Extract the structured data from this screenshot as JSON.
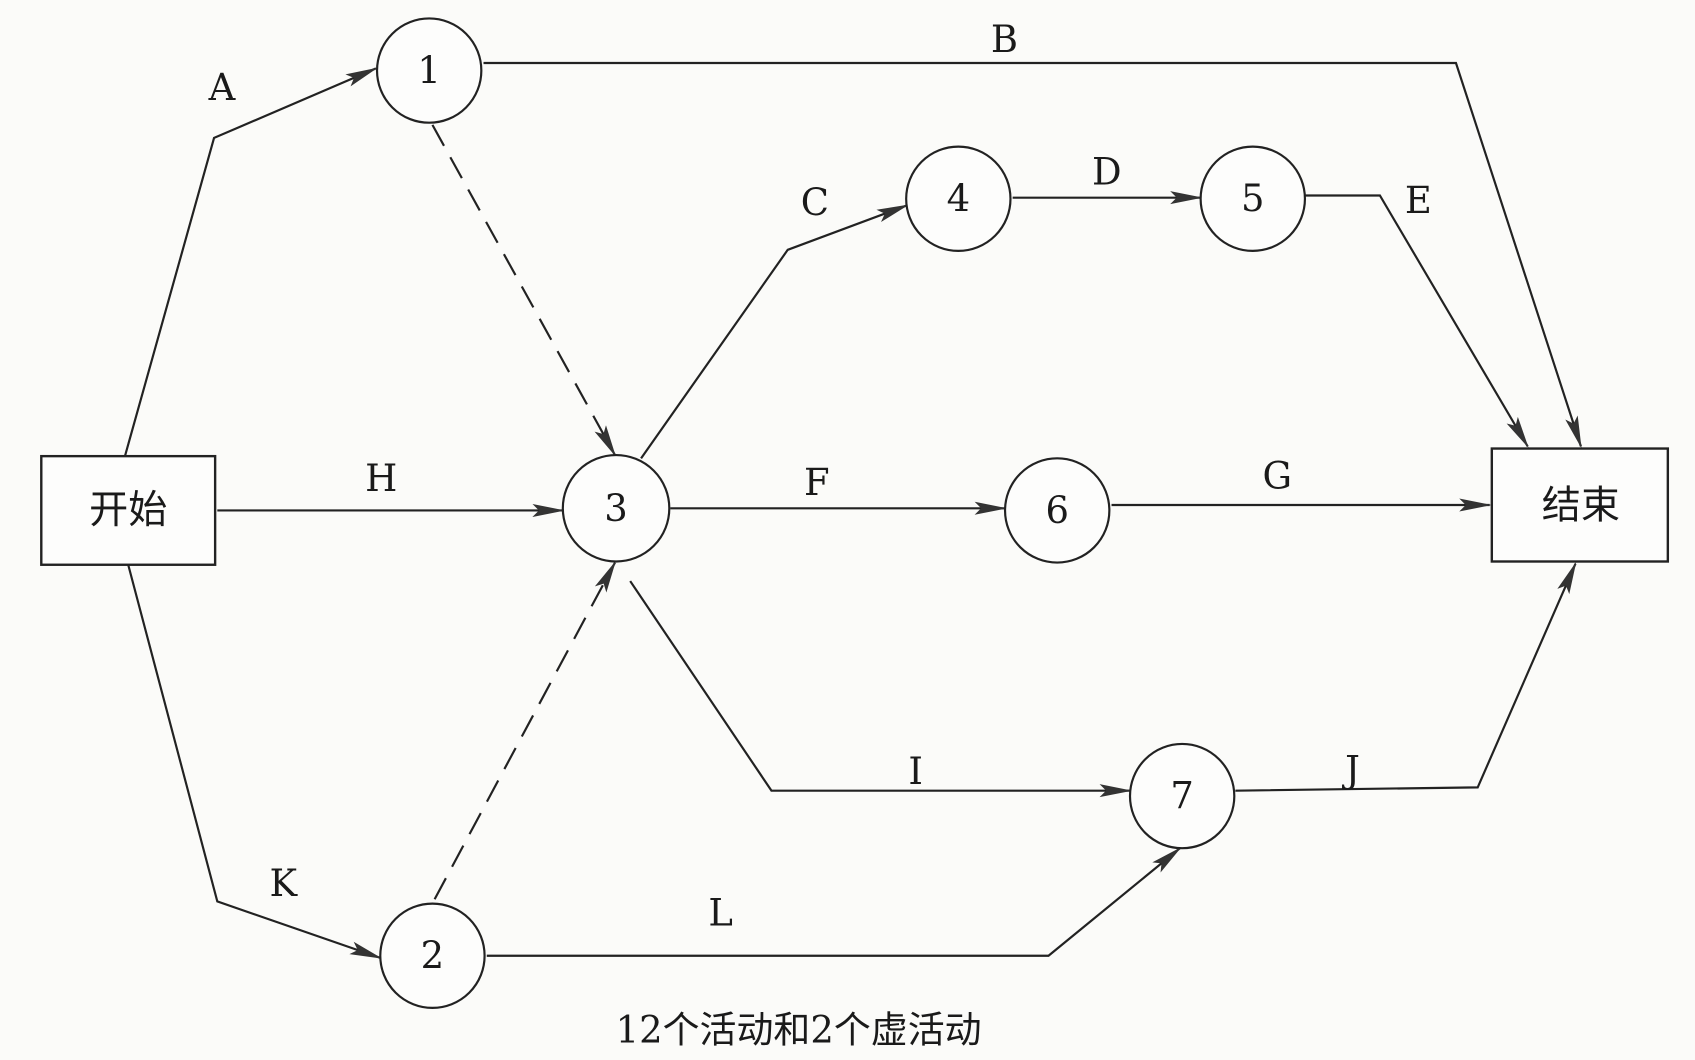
{
  "diagram": {
    "start_label": "开始",
    "end_label": "结束",
    "nodes": [
      "1",
      "2",
      "3",
      "4",
      "5",
      "6",
      "7"
    ],
    "activities": {
      "A": "A",
      "B": "B",
      "C": "C",
      "D": "D",
      "E": "E",
      "F": "F",
      "G": "G",
      "H": "H",
      "I": "I",
      "J": "J",
      "K": "K",
      "L": "L"
    },
    "caption": "12个活动和2个虚活动",
    "line_color": "#222222"
  }
}
